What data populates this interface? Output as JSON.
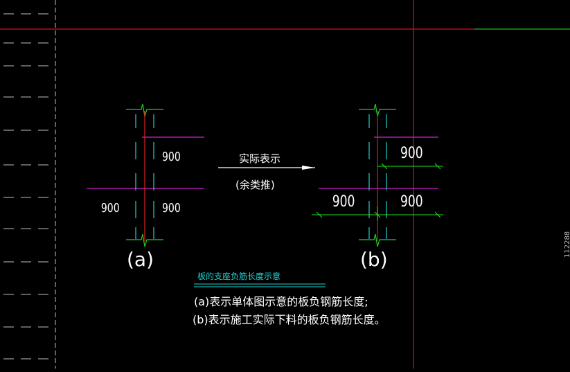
{
  "colors": {
    "background": "#000000",
    "crosshair": "#e01010",
    "crosshair_green": "#18c018",
    "dim_line": "#20e020",
    "slab_line": "#d020d0",
    "rebar": "#e02020",
    "support": "#20d0d0",
    "text": "#ffffff",
    "note_heading": "#20d0d0",
    "ruler": "#bfbfbf"
  },
  "diagram_a": {
    "label": "(a)",
    "dim_upper": "900",
    "dim_lower_left": "900",
    "dim_lower_right": "900"
  },
  "diagram_b": {
    "label": "(b)",
    "dim_upper": "900",
    "dim_lower_left": "900",
    "dim_lower_right": "900"
  },
  "arrow": {
    "label_top": "实际表示",
    "label_bottom": "(余类推)"
  },
  "notes": {
    "heading": "板的支座负筋长度示意",
    "line1": "(a)表示单体图示意的板负钢筋长度;",
    "line2": "(b)表示施工实际下料的板负钢筋长度。"
  },
  "edge_label": "112288"
}
